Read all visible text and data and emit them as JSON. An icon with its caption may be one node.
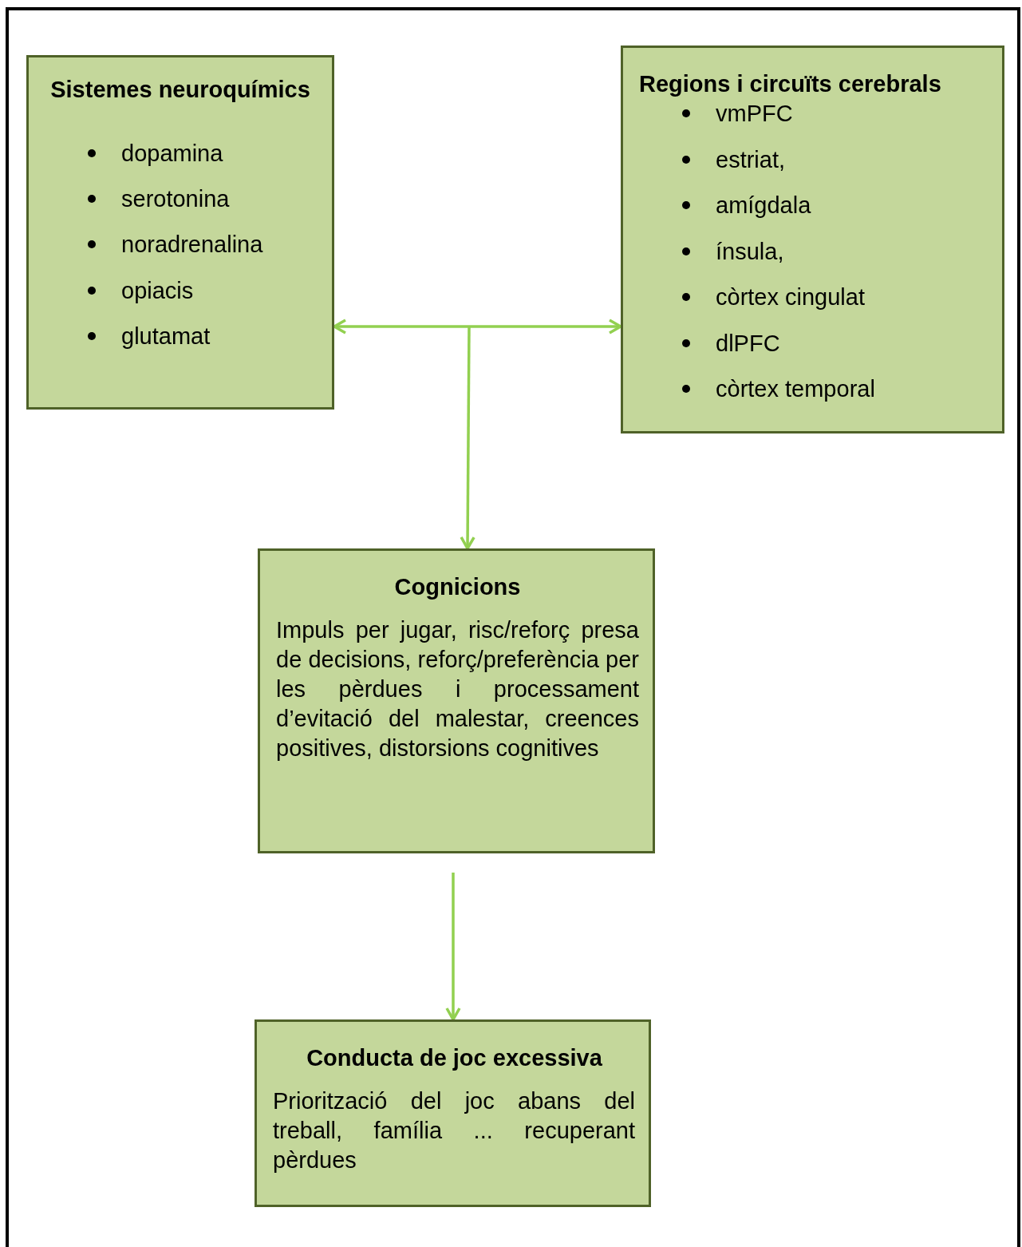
{
  "diagram": {
    "nodes": [
      {
        "text": [
          "Sistemes neuroquímics",
          "dopamina",
          "serotonina",
          "noradrenalina",
          "opiacis",
          "glutamat"
        ]
      },
      {
        "text": [
          "Regions i circuïts cerebrals",
          "vmPFC",
          "estriat,",
          "amígdala",
          "ínsula,",
          "còrtex cingulat",
          "dlPFC",
          "còrtex temporal"
        ]
      },
      {
        "text": [
          "Cognicions",
          "Impuls per jugar, risc/reforç presa de decisions, reforç/preferència per les pèrdues i processament d’evitació del malestar, creences positives, distorsions cognitives"
        ]
      },
      {
        "text": [
          "Conducta de joc excessiva",
          "Priorització del joc abans del treball, família ... recuperant pèrdues"
        ]
      }
    ],
    "edges": [
      {
        "from": 0,
        "to": 1,
        "arrow": "both"
      },
      {
        "from": null,
        "to": 2,
        "arrow": "to"
      },
      {
        "from": 2,
        "to": 3,
        "arrow": "to"
      }
    ]
  }
}
